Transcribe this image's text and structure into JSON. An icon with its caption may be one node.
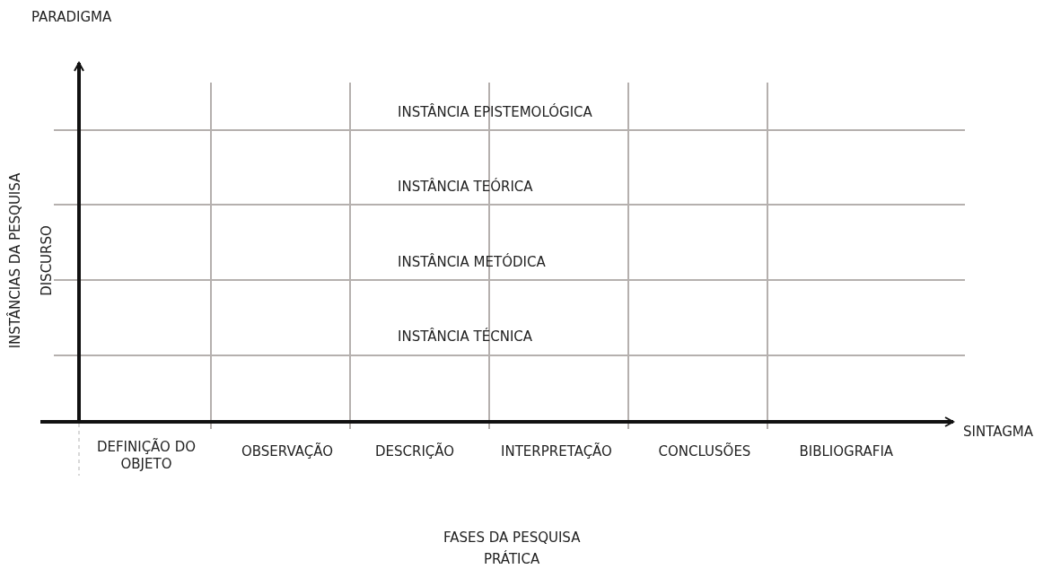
{
  "diagram": {
    "labels": [
      "PARADIGMA",
      "INSTÂNCIAS DA PESQUISA",
      "DISCURSO",
      "INSTÂNCIA EPISTEMOLÓGICA",
      "INSTÂNCIA TEÓRICA",
      "INSTÂNCIA METÓDICA",
      "INSTÂNCIA TÉCNICA",
      "SINTAGMA",
      "DEFINIÇÃO DO OBJETO",
      "OBSERVAÇÃO",
      "DESCRIÇÃO",
      "INTERPRETAÇÃO",
      "CONCLUSÕES",
      "BIBLIOGRAFIA",
      "FASES DA PESQUISA",
      "PRÁTICA"
    ]
  }
}
